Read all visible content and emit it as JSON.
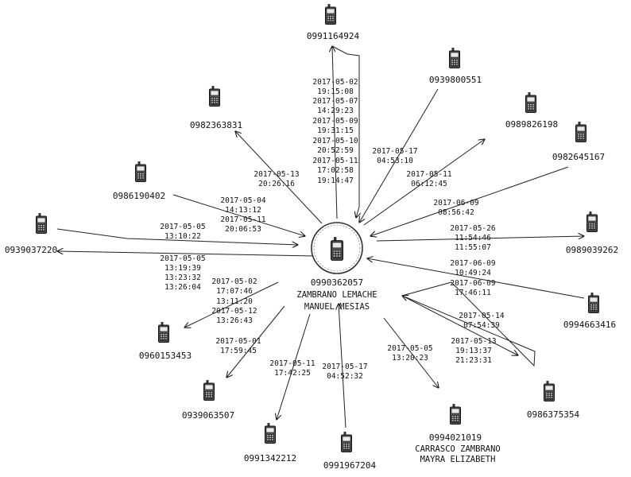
{
  "center": {
    "number": "0990362057",
    "name_line1": "ZAMBRANO LEMACHE",
    "name_line2": "MANUEL MESIAS",
    "icon": "mobile-phone-icon"
  },
  "contacts": [
    {
      "id": "c1",
      "number": "0991164924",
      "icon": "mobile-phone-icon",
      "timestamps": [
        "2017-05-02",
        "19:15:08",
        "2017-05-07",
        "14:29:23",
        "2017-05-09",
        "19:31:15",
        "2017-05-10",
        "20:52:59",
        "2017-05-11",
        "17:02:58",
        "19:14:47"
      ]
    },
    {
      "id": "c2",
      "number": "0939800551",
      "icon": "mobile-phone-icon",
      "timestamps": [
        "2017-05-17",
        "04:53:10"
      ]
    },
    {
      "id": "c3",
      "number": "0989826198",
      "icon": "mobile-phone-icon",
      "timestamps": [
        "2017-05-11",
        "06:12:45"
      ]
    },
    {
      "id": "c4",
      "number": "0982645167",
      "icon": "mobile-phone-icon",
      "timestamps": [
        "2017-06-09",
        "08:56:42"
      ]
    },
    {
      "id": "c5",
      "number": "0989039262",
      "icon": "mobile-phone-icon",
      "timestamps": [
        "2017-05-26",
        "11:54:46",
        "11:55:07"
      ]
    },
    {
      "id": "c6",
      "number": "0994663416",
      "icon": "mobile-phone-icon",
      "timestamps": [
        "2017-06-09",
        "10:49:24",
        "2017-06-09",
        "17:46:11"
      ]
    },
    {
      "id": "c7",
      "number": "0986375354",
      "icon": "mobile-phone-icon",
      "timestamps": [
        "2017-05-14",
        "07:54:39",
        "2017-05-13",
        "19:13:37",
        "21:23:31"
      ]
    },
    {
      "id": "c8",
      "number": "0994021019",
      "name_line1": "CARRASCO ZAMBRANO",
      "name_line2": "MAYRA ELIZABETH",
      "icon": "mobile-phone-icon",
      "timestamps": [
        "2017-05-05",
        "13:20:23"
      ]
    },
    {
      "id": "c9",
      "number": "0991967204",
      "icon": "mobile-phone-icon",
      "timestamps": [
        "2017-05-17",
        "04:52:32"
      ]
    },
    {
      "id": "c10",
      "number": "0991342212",
      "icon": "mobile-phone-icon",
      "timestamps": [
        "2017-05-11",
        "17:42:25"
      ]
    },
    {
      "id": "c11",
      "number": "0939063507",
      "icon": "mobile-phone-icon",
      "timestamps": [
        "2017-05-01",
        "17:59:45"
      ]
    },
    {
      "id": "c12",
      "number": "0960153453",
      "icon": "mobile-phone-icon",
      "timestamps": [
        "2017-05-02",
        "17:07:46",
        "13:11:20",
        "2017-05-12",
        "13:26:43"
      ]
    },
    {
      "id": "c13",
      "number": "0939037220",
      "icon": "mobile-phone-icon",
      "timestamps": [
        "2017-05-05",
        "13:10:22",
        "2017-05-05",
        "13:19:39",
        "13:23:32",
        "13:26:04"
      ]
    },
    {
      "id": "c14",
      "number": "0986190402",
      "icon": "mobile-phone-icon",
      "timestamps": [
        "2017-05-04",
        "14:13:12",
        "2017-05-11",
        "20:06:53"
      ]
    },
    {
      "id": "c15",
      "number": "0982363831",
      "icon": "mobile-phone-icon",
      "timestamps": [
        "2017-05-13",
        "20:26:16"
      ]
    }
  ]
}
